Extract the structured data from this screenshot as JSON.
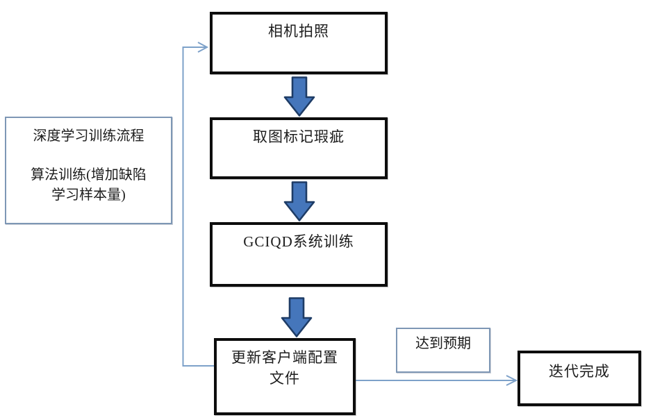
{
  "diagram": {
    "left_panel": {
      "line1": "深度学习训练流程",
      "line2": "算法训练(增加缺陷",
      "line3": "学习样本量)"
    },
    "steps": [
      {
        "label": "相机拍照"
      },
      {
        "label": "取图标记瑕疵"
      },
      {
        "label": "GCIQD系统训练"
      },
      {
        "label": "更新客户端配置",
        "label_line2": "文件"
      }
    ],
    "branch": {
      "condition": "达到预期",
      "result": "迭代完成"
    },
    "icons": {
      "down_arrows": "down-block-arrow-icon",
      "loop_arrow": "feedback-loop-arrow",
      "result_arrow": "right-arrow-connector"
    },
    "colors": {
      "step_border": "#0d0d0d",
      "note_border": "#7e97b5",
      "block_arrow_fill": "#4576bb",
      "block_arrow_stroke": "#1e3c66",
      "connector_line": "#7da1c9",
      "text": "#1c1c1c",
      "background": "#ffffff"
    }
  }
}
